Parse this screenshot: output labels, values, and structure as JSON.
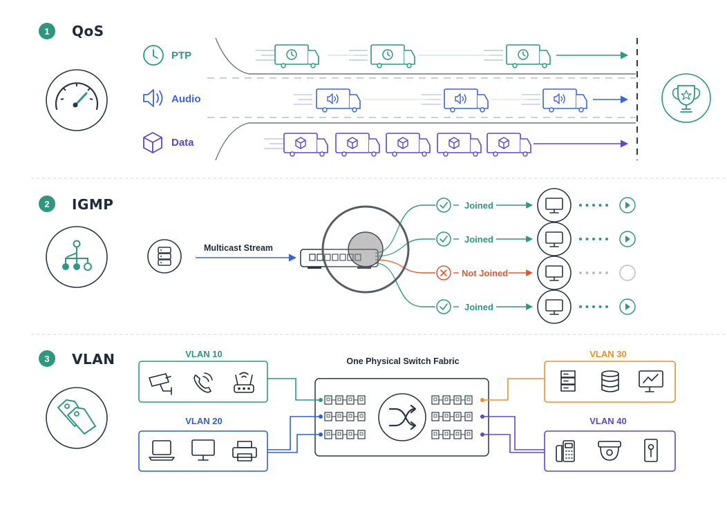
{
  "sections": {
    "qos": {
      "number": "1",
      "title": "QoS",
      "lanes": [
        {
          "label": "PTP",
          "icon": "clock-icon",
          "color": "#2f9680",
          "truck_count": 3
        },
        {
          "label": "Audio",
          "icon": "speaker-icon",
          "color": "#3d62d6",
          "truck_count": 3
        },
        {
          "label": "Data",
          "icon": "cube-icon",
          "color": "#5a48c9",
          "truck_count": 5
        }
      ],
      "left_icon": "speedometer-icon",
      "right_icon": "trophy-icon"
    },
    "igmp": {
      "number": "2",
      "title": "IGMP",
      "left_icon": "multicast-tree-icon",
      "source_icon": "server-icon",
      "stream_label": "Multicast Stream",
      "receivers": [
        {
          "status": "Joined",
          "joined": true
        },
        {
          "status": "Joined",
          "joined": true
        },
        {
          "status": "Not Joined",
          "joined": false
        },
        {
          "status": "Joined",
          "joined": true
        }
      ]
    },
    "vlan": {
      "number": "3",
      "title": "VLAN",
      "left_icon": "tags-icon",
      "fabric_label": "One Physical Switch Fabric",
      "groups": [
        {
          "label": "VLAN 10",
          "color": "#2f9680",
          "devices": [
            "camera-icon",
            "phone-icon",
            "router-icon"
          ]
        },
        {
          "label": "VLAN 20",
          "color": "#2f5fd0",
          "devices": [
            "laptop-icon",
            "monitor-icon",
            "printer-icon"
          ]
        },
        {
          "label": "VLAN 30",
          "color": "#e8902a",
          "devices": [
            "server-icon",
            "database-icon",
            "chart-monitor-icon"
          ]
        },
        {
          "label": "VLAN 40",
          "color": "#5a48c9",
          "devices": [
            "desk-phone-icon",
            "dome-camera-icon",
            "access-reader-icon"
          ]
        }
      ]
    }
  },
  "colors": {
    "teal": "#2f9680",
    "blue": "#3d62d6",
    "purple": "#5a48c9",
    "red": "#e2552f",
    "orange": "#e8902a",
    "dark": "#1e2a38"
  }
}
